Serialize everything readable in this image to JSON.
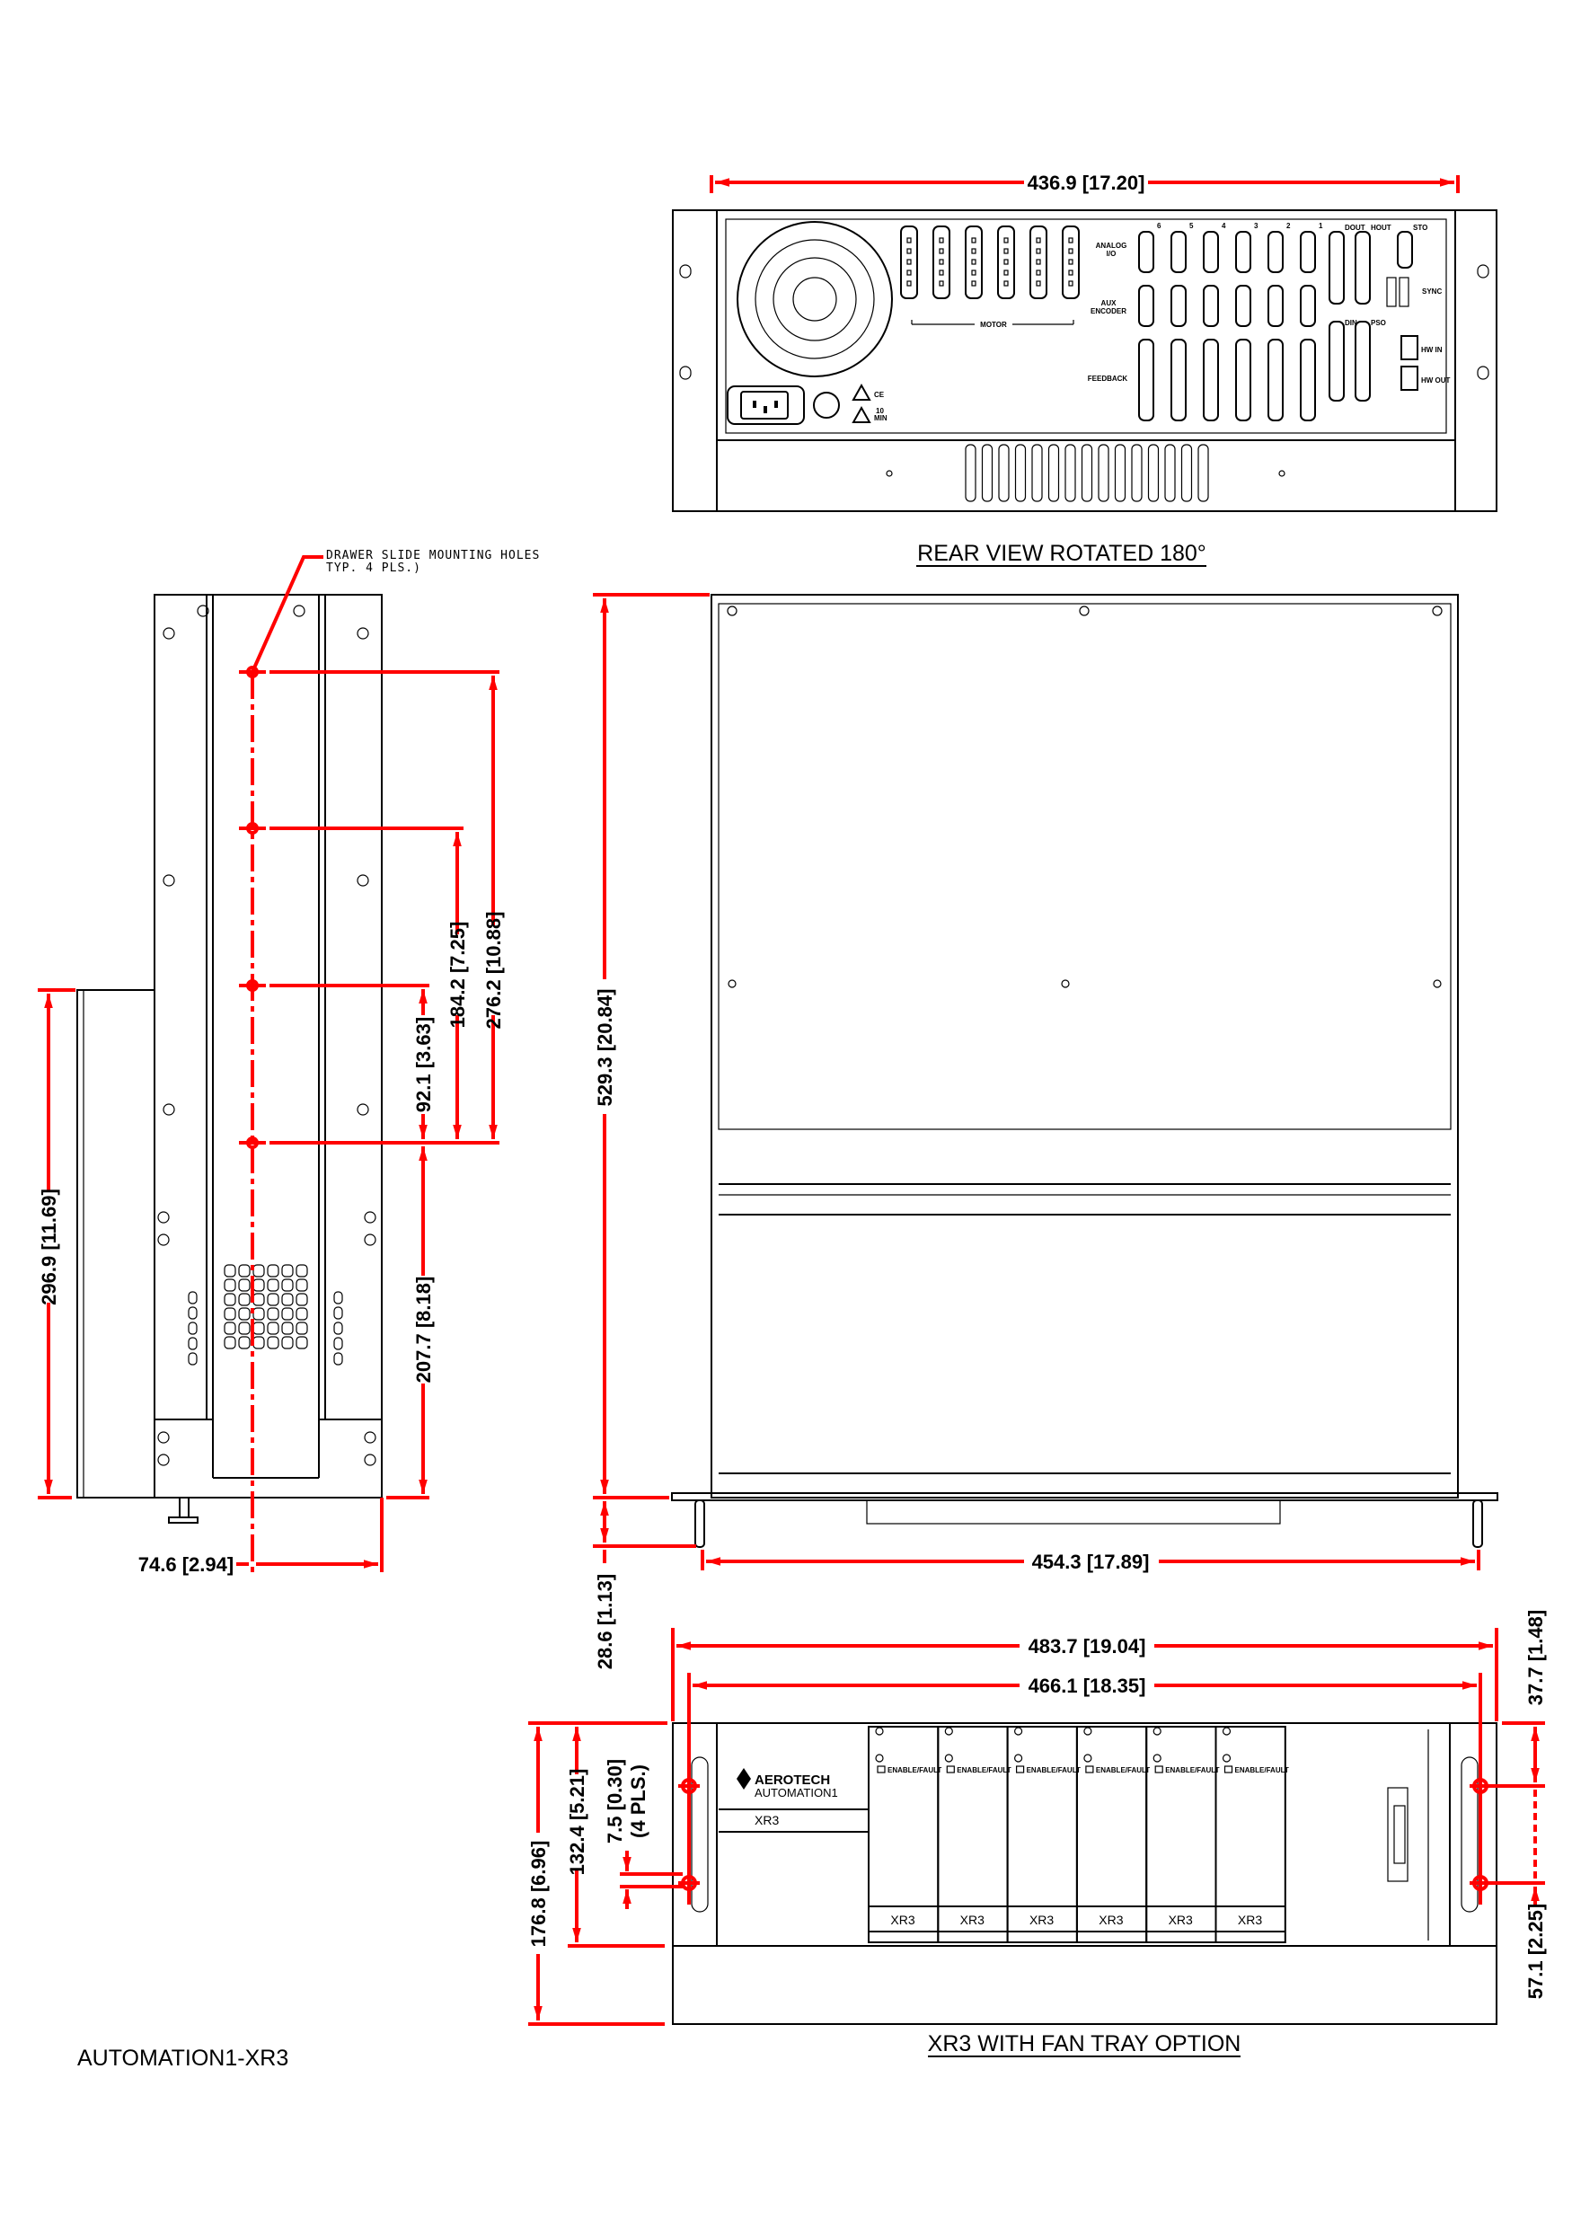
{
  "drawing_title": "AUTOMATION1-XR3",
  "views": {
    "rear": "REAR VIEW ROTATED 180°",
    "front": "XR3 WITH FAN TRAY OPTION"
  },
  "note": {
    "line1": "DRAWER SLIDE MOUNTING HOLES",
    "line2": "TYP. 4 PLS.)"
  },
  "dimensions": {
    "rear_width": "436.9 [17.20]",
    "top_depth": "529.3 [20.84]",
    "foot_height": "28.6 [1.13]",
    "top_width": "454.3 [17.89]",
    "side_276": "276.2 [10.88]",
    "side_184": "184.2 [7.25]",
    "side_92": "92.1 [3.63]",
    "side_207": "207.7 [8.18]",
    "side_296": "296.9 [11.69]",
    "side_74": "74.6 [2.94]",
    "front_overall_width": "483.7 [19.04]",
    "front_hole_spacing": "466.1 [18.35]",
    "front_height_fan": "176.8 [6.96]",
    "front_height": "132.4 [5.21]",
    "hole_dia": "7.5 [0.30]",
    "hole_qty": "(4 PLS.)",
    "hole_top": "37.7 [1.48]",
    "hole_bottom": "57.1 [2.25]"
  },
  "rear_panel": {
    "analog_io": [
      "ANALOG",
      "I/O"
    ],
    "aux_encoder": [
      "AUX",
      "ENCODER"
    ],
    "feedback": "FEEDBACK",
    "motor": "MOTOR",
    "axis_numbers": [
      "6",
      "5",
      "4",
      "3",
      "2",
      "1"
    ],
    "dout": "DOUT",
    "hout": "HOUT",
    "sto": "STO",
    "sync": "SYNC",
    "din": "DIN",
    "pso": "PSO",
    "hw_in": "HW IN",
    "hw_out": "HW OUT",
    "ce": "CE",
    "warning": [
      "10",
      "MIN"
    ]
  },
  "front_panel": {
    "brand": "AEROTECH",
    "product": "AUTOMATION1",
    "model": "XR3",
    "module_status": "ENABLE/FAULT",
    "modules": [
      "XR3",
      "XR3",
      "XR3",
      "XR3",
      "XR3",
      "XR3"
    ]
  }
}
